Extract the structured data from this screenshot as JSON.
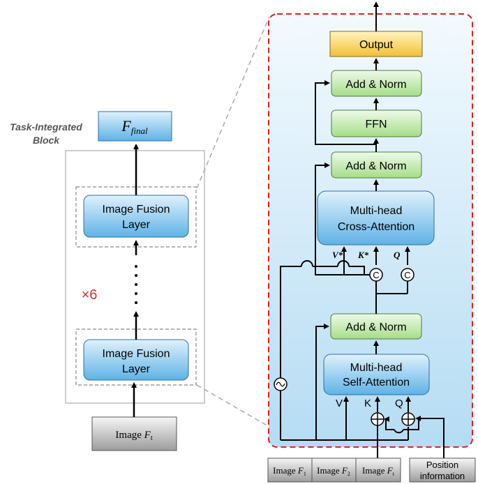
{
  "left": {
    "title_line1": "Task-Integrated",
    "title_line2": "Block",
    "f_final_main": "F",
    "f_final_sub": "final",
    "layer_top_line1": "Image Fusion",
    "layer_top_line2": "Layer",
    "layer_bottom_line1": "Image Fusion",
    "layer_bottom_line2": "Layer",
    "repeat_label": "×6",
    "input_prefix": "Image ",
    "input_main": "F",
    "input_sub": "t"
  },
  "right": {
    "output": "Output",
    "add_norm_top": "Add & Norm",
    "ffn": "FFN",
    "add_norm_mid": "Add & Norm",
    "cross_attn_line1": "Multi-head",
    "cross_attn_line2": "Cross-Attention",
    "add_norm_low": "Add & Norm",
    "self_attn_line1": "Multi-head",
    "self_attn_line2": "Self-Attention",
    "v_star": "V*",
    "k_star": "K*",
    "q_label": "Q",
    "concat_symbol": "C",
    "v_label": "V",
    "k_label": "K",
    "q2_label": "Q",
    "inputs": [
      {
        "prefix": "Image ",
        "main": "F",
        "sub": "1"
      },
      {
        "prefix": "Image ",
        "main": "F",
        "sub": "2"
      },
      {
        "prefix": "Image ",
        "main": "F",
        "sub": "t"
      }
    ],
    "position_line1": "Position",
    "position_line2": "information"
  },
  "colors": {
    "blue_box_top": "#d6ecfa",
    "blue_box_bottom": "#62b4e8",
    "green_box_top": "#eaf8e2",
    "green_box_bottom": "#a9df8c",
    "output_top": "#fff1b0",
    "output_bottom": "#f5c33c",
    "gray_box_top": "#f4f4f4",
    "gray_box_bottom": "#9a9a9a",
    "panel_bg_top": "#f2f9fe",
    "panel_bg_bottom": "#b9dff4",
    "dashed_red": "#e02020",
    "repeat_red": "#e03030"
  }
}
